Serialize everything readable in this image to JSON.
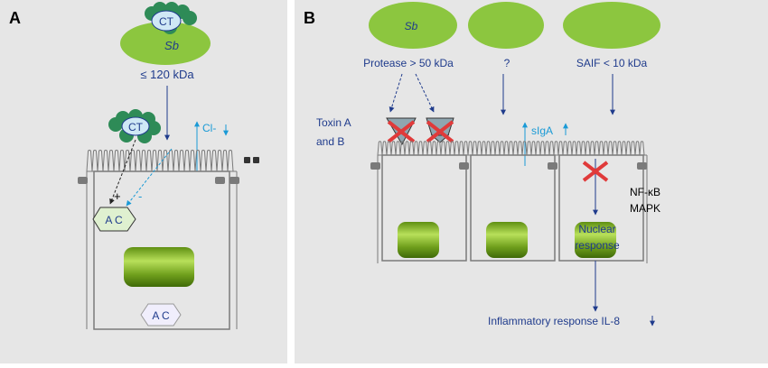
{
  "colors": {
    "panel_bg": "#e6e6e6",
    "bacteria_green": "#8cc63f",
    "dark_blue": "#1f3b8c",
    "light_blue": "#1a9ad6",
    "toxin_green": "#2e8b57",
    "cross_red": "#e03a3a",
    "cell_line": "#7a7a7a"
  },
  "panel_a": {
    "label": "A",
    "toxin_label": "CT",
    "organism_label": "Sb",
    "size_label": "≤ 120 kDa",
    "chloride_label": "Cl-",
    "plus_sign": "+",
    "minus_sign": "-",
    "enzyme_top_label": "A C",
    "enzyme_bottom_label": "A C"
  },
  "panel_b": {
    "label": "B",
    "organism_label": "Sb",
    "protease_label": "Protease > 50 kDa",
    "unknown_label": "?",
    "saif_label": "SAIF < 10 kDa",
    "toxin_label_line1": "Toxin A",
    "toxin_label_line2": "and B",
    "siga_label": "sIgA",
    "nfkb_label": "NF-κB",
    "mapk_label": "MAPK",
    "nuclear_label_line1": "Nuclear",
    "nuclear_label_line2": "response",
    "inflammatory_label": "Inflammatory response IL-8"
  }
}
